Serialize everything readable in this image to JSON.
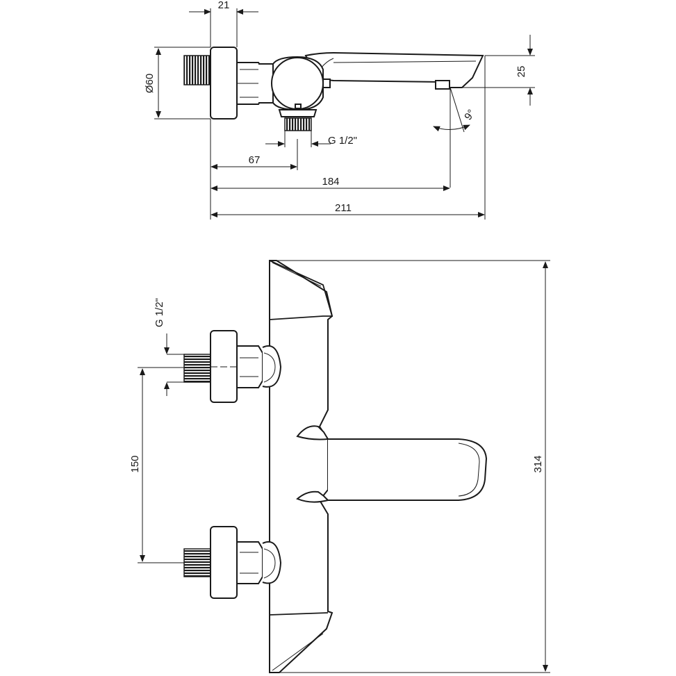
{
  "side_view": {
    "dims": {
      "flange_depth": "21",
      "diameter": "Ø60",
      "spout_height": "25",
      "angle": "9°",
      "outlet_thread": "G 1/2\"",
      "outlet_offset": "67",
      "spout_reach": "184",
      "total_depth": "211"
    }
  },
  "front_view": {
    "dims": {
      "inlet_thread": "G 1/2\"",
      "inlet_spacing": "150",
      "total_width": "314"
    }
  }
}
